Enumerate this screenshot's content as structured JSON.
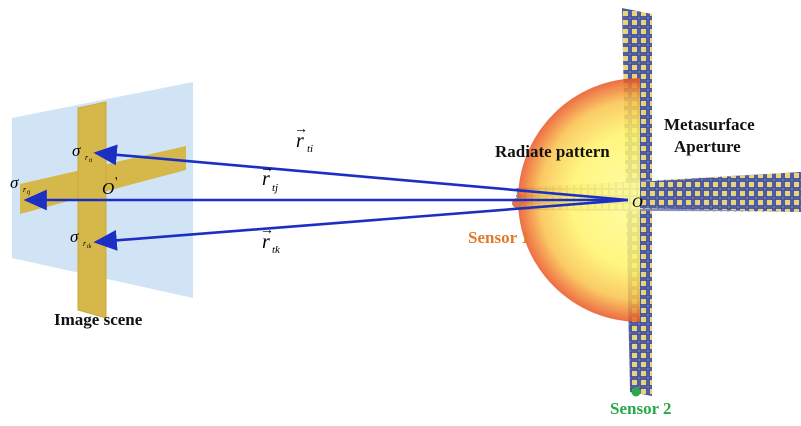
{
  "labels": {
    "image_scene": "Image scene",
    "radiate_pattern": "Radiate pattern",
    "metasurface_line1": "Metasurface",
    "metasurface_line2": "Aperture",
    "sensor1": "Sensor 1",
    "sensor2": "Sensor 2",
    "origin": "O",
    "origin_prime": "O",
    "prime_mark": "'"
  },
  "vectors": {
    "r_ti": {
      "symbol": "r",
      "subscript": "ti"
    },
    "r_tj": {
      "symbol": "r",
      "subscript": "tj"
    },
    "r_tk": {
      "symbol": "r",
      "subscript": "tk"
    }
  },
  "sigmas": {
    "symbol": "σ",
    "sub_i": "r",
    "sub_i2": "ti",
    "sub_j": "r",
    "sub_j2": "tj",
    "sub_k": "r",
    "sub_k2": "tk"
  },
  "colors": {
    "arrow": "#1c2fc4",
    "sensor1": "#e07a2a",
    "sensor2": "#2aa84a",
    "scene_plane": "#cfe3f5",
    "cross": "#d6b84a",
    "metasurface_fill": "#e8d47a",
    "metasurface_grid": "#2a3fa8"
  }
}
